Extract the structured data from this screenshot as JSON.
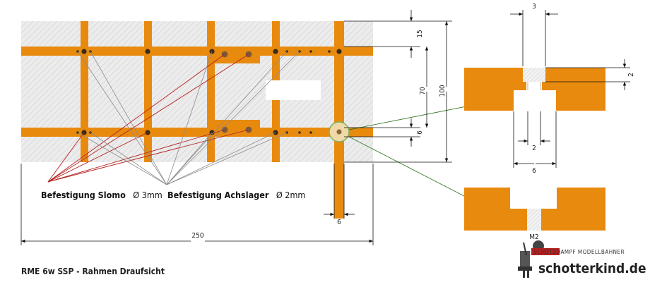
{
  "diagram": {
    "title": "RME 6w SSP - Rahmen Draufsicht",
    "labels": {
      "slomo_bold": "Befestigung Slomo",
      "slomo_size": "Ø 3mm",
      "achslager_bold": "Befestigung Achslager",
      "achslager_size": "Ø 2mm"
    },
    "dimensions": {
      "d15": "15",
      "d70": "70",
      "d100": "100",
      "d6_right": "6",
      "d6_bottom": "6",
      "d250": "250",
      "d3": "3",
      "d2_side": "2",
      "d2_hole": "2",
      "d6_detail": "6",
      "m2": "M2"
    },
    "logo": {
      "top": "SCHÜTZDAMPF MODELLBAHNER",
      "main": "schotterkind.de"
    },
    "colors": {
      "orange": "#e88a0e",
      "hatch_bg": "#e9e9e9",
      "red_line": "#b52020",
      "grey_line": "#8c8c8c",
      "green_line": "#3c7a2a"
    }
  }
}
